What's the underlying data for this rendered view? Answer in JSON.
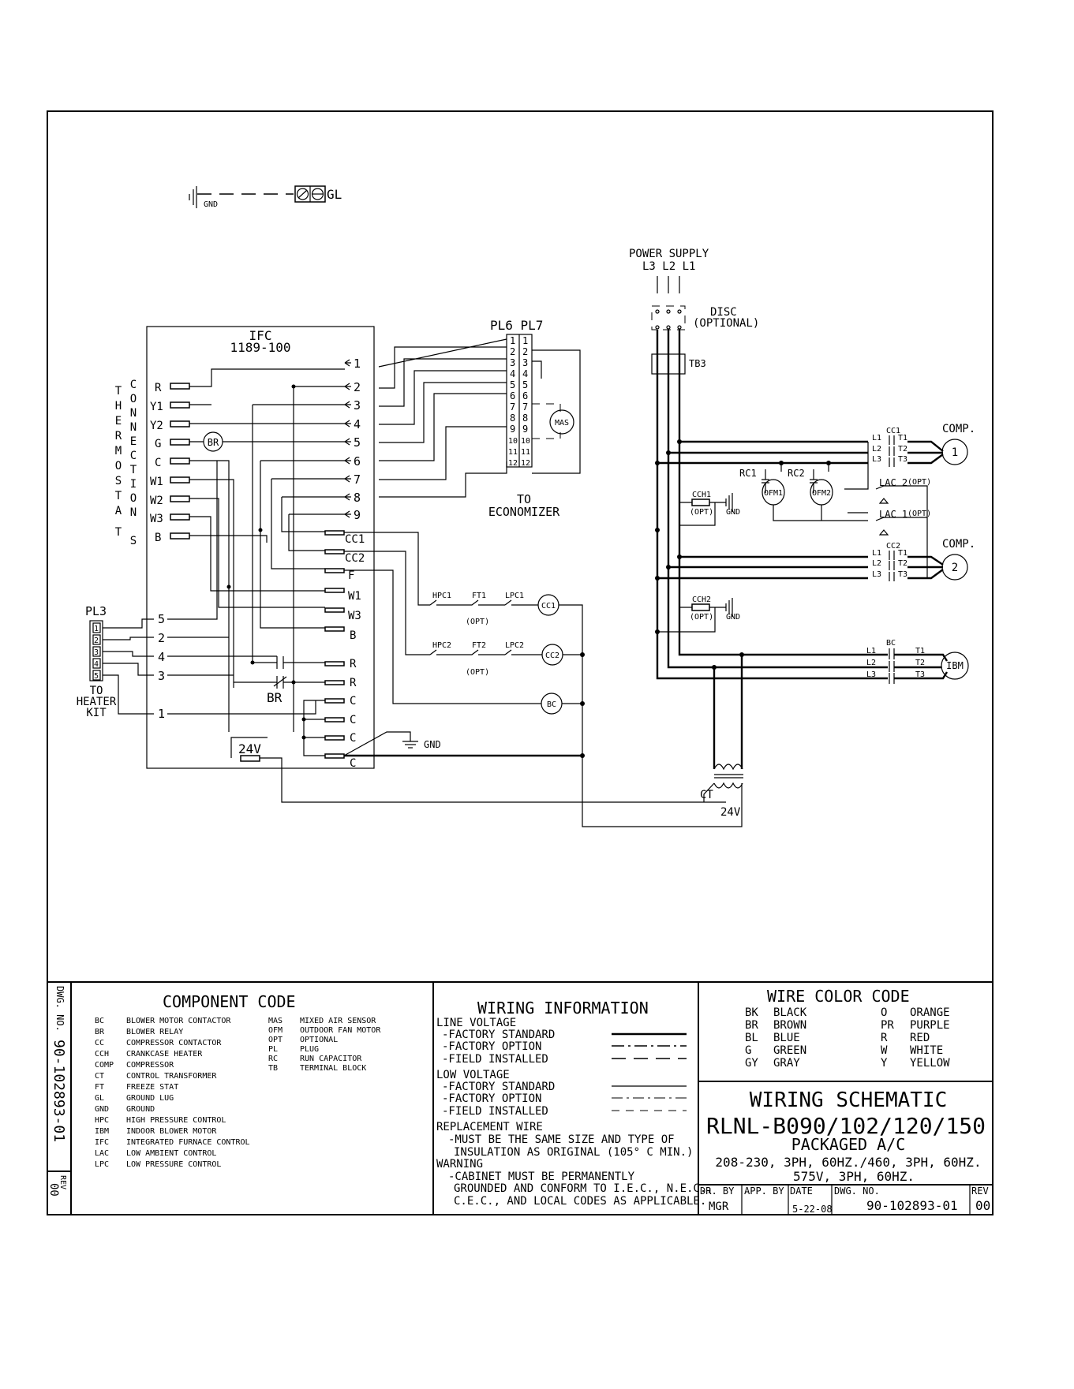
{
  "ground_legend": {
    "gnd": "GND",
    "gl": "GL"
  },
  "ifc": {
    "line1": "IFC",
    "line2": "1189-100"
  },
  "thermostat_connections": {
    "thermostat_letters": [
      "T",
      "H",
      "E",
      "R",
      "M",
      "O",
      "S",
      "T",
      "A",
      "T"
    ],
    "connections_letters": [
      "C",
      "O",
      "N",
      "N",
      "E",
      "C",
      "T",
      "I",
      "O",
      "N",
      "S"
    ],
    "terminals": [
      "R",
      "Y1",
      "Y2",
      "G",
      "C",
      "W1",
      "W2",
      "W3",
      "B"
    ],
    "br_label": "BR"
  },
  "ifc_terminals": {
    "numbered": [
      "1",
      "2",
      "3",
      "4",
      "5",
      "6",
      "7",
      "8",
      "9"
    ],
    "right": [
      "CC1",
      "CC2",
      "F",
      "W1",
      "W3",
      "B",
      "R",
      "R",
      "C",
      "C",
      "C",
      "C"
    ],
    "transformer_label": "24V",
    "relay_label": "BR"
  },
  "plugs": {
    "pl6_pl7": "PL6 PL7",
    "pins": [
      "1",
      "2",
      "3",
      "4",
      "5",
      "6",
      "7",
      "8",
      "9",
      "10",
      "11",
      "12"
    ],
    "mas": "MAS",
    "to_economizer": [
      "TO",
      "ECONOMIZER"
    ]
  },
  "pl3": {
    "label": "PL3",
    "pins": [
      "1",
      "2",
      "3",
      "4",
      "5"
    ],
    "wire_pins": [
      "5",
      "2",
      "4",
      "3",
      "1"
    ],
    "to_heater_kit": [
      "TO",
      "HEATER",
      "KIT"
    ]
  },
  "controls": {
    "hpc1": "HPC1",
    "ft1": "FT1",
    "lpc1": "LPC1",
    "cc1": "CC1",
    "hpc2": "HPC2",
    "ft2": "FT2",
    "lpc2": "LPC2",
    "cc2": "CC2",
    "opt": "(OPT)",
    "bc": "BC",
    "gnd": "GND"
  },
  "power": {
    "supply": "POWER SUPPLY",
    "lines": "L3 L2 L1",
    "disc": "DISC",
    "disc_opt": "(OPTIONAL)",
    "tb3": "TB3"
  },
  "loads": {
    "comp": "COMP.",
    "comp1": "1",
    "comp2": "2",
    "cc1": "CC1",
    "cc2": "CC2",
    "bc": "BC",
    "l1": "L1",
    "l2": "L2",
    "l3": "L3",
    "t1": "T1",
    "t2": "T2",
    "t3": "T3",
    "rc1": "RC1",
    "rc2": "RC2",
    "ofm1": "OFM1",
    "ofm2": "OFM2",
    "lac2": "LAC 2",
    "lac1": "LAC 1",
    "cch1": "CCH1",
    "cch2": "CCH2",
    "opt": "(OPT)",
    "gnd": "GND",
    "ibm": "IBM",
    "ct": "CT",
    "ct_v": "24V"
  },
  "title_block": {
    "dwg_no_side_label": "DWG. NO.",
    "dwg_no_side": "90-102893-01",
    "rev_side_label": "REV",
    "rev_side": "00",
    "component_code_title": "COMPONENT CODE",
    "component_codes": [
      {
        "code": "BC",
        "desc": "BLOWER MOTOR CONTACTOR"
      },
      {
        "code": "BR",
        "desc": "BLOWER RELAY"
      },
      {
        "code": "CC",
        "desc": "COMPRESSOR CONTACTOR"
      },
      {
        "code": "CCH",
        "desc": "CRANKCASE HEATER"
      },
      {
        "code": "COMP",
        "desc": "COMPRESSOR"
      },
      {
        "code": "CT",
        "desc": "CONTROL TRANSFORMER"
      },
      {
        "code": "FT",
        "desc": "FREEZE STAT"
      },
      {
        "code": "GL",
        "desc": "GROUND LUG"
      },
      {
        "code": "GND",
        "desc": "GROUND"
      },
      {
        "code": "HPC",
        "desc": "HIGH PRESSURE CONTROL"
      },
      {
        "code": "IBM",
        "desc": "INDOOR BLOWER MOTOR"
      },
      {
        "code": "IFC",
        "desc": "INTEGRATED FURNACE CONTROL"
      },
      {
        "code": "LAC",
        "desc": "LOW AMBIENT CONTROL"
      },
      {
        "code": "LPC",
        "desc": "LOW PRESSURE CONTROL"
      }
    ],
    "component_codes_2": [
      {
        "code": "MAS",
        "desc": "MIXED AIR SENSOR"
      },
      {
        "code": "OFM",
        "desc": "OUTDOOR FAN MOTOR"
      },
      {
        "code": "OPT",
        "desc": "OPTIONAL"
      },
      {
        "code": "PL",
        "desc": "PLUG"
      },
      {
        "code": "RC",
        "desc": "RUN CAPACITOR"
      },
      {
        "code": "TB",
        "desc": "TERMINAL BLOCK"
      }
    ],
    "wiring_info_title": "WIRING INFORMATION",
    "line_voltage": "LINE VOLTAGE",
    "lv_factory_standard": "-FACTORY STANDARD",
    "lv_factory_option": "-FACTORY OPTION",
    "lv_field_installed": "-FIELD INSTALLED",
    "low_voltage": "LOW VOLTAGE",
    "low_factory_standard": "-FACTORY STANDARD",
    "low_factory_option": "-FACTORY OPTION",
    "low_field_installed": "-FIELD INSTALLED",
    "replacement_wire": "REPLACEMENT WIRE",
    "replacement_1": "-MUST BE THE SAME SIZE AND TYPE OF",
    "replacement_2": "INSULATION AS ORIGINAL (105° C MIN.)",
    "warning": "WARNING",
    "warning_1": "-CABINET MUST BE PERMANENTLY",
    "warning_2": "GROUNDED AND CONFORM TO I.E.C., N.E.C.,",
    "warning_3": "C.E.C., AND LOCAL CODES AS APPLICABLE.",
    "wire_color_title": "WIRE COLOR CODE",
    "wire_colors_left": [
      {
        "code": "BK",
        "name": "BLACK"
      },
      {
        "code": "BR",
        "name": "BROWN"
      },
      {
        "code": "BL",
        "name": "BLUE"
      },
      {
        "code": "G",
        "name": "GREEN"
      },
      {
        "code": "GY",
        "name": "GRAY"
      }
    ],
    "wire_colors_right": [
      {
        "code": "O",
        "name": "ORANGE"
      },
      {
        "code": "PR",
        "name": "PURPLE"
      },
      {
        "code": "R",
        "name": "RED"
      },
      {
        "code": "W",
        "name": "WHITE"
      },
      {
        "code": "Y",
        "name": "YELLOW"
      }
    ],
    "schematic_title": "WIRING SCHEMATIC",
    "model": "RLNL-B090/102/120/150",
    "product": "PACKAGED A/C",
    "voltage_1": "208-230, 3PH, 60HZ./460, 3PH, 60HZ.",
    "voltage_2": "575V, 3PH, 60HZ.",
    "dr_by_label": "DR. BY",
    "dr_by": "MGR",
    "app_by_label": "APP. BY",
    "app_by": "",
    "date_label": "DATE",
    "date": "5-22-08",
    "dwg_no_label": "DWG. NO.",
    "dwg_no": "90-102893-01",
    "rev_label": "REV",
    "rev": "00"
  }
}
